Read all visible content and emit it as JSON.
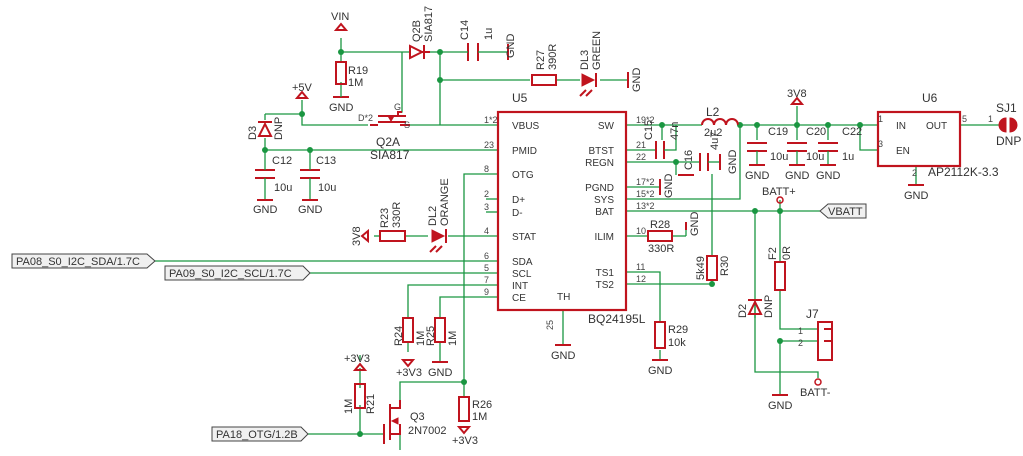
{
  "labels": {
    "vin": "VIN",
    "q2b_ref": "Q2B",
    "q2b_val": "SIA817",
    "c14_ref": "C14",
    "c14_val": "1u",
    "r19_ref": "R19",
    "r19_val": "1M",
    "r27_ref": "R27",
    "r27_val": "390R",
    "dl3_ref": "DL3",
    "dl3_val": "GREEN",
    "p5v": "+5V",
    "d3_ref": "D3",
    "d3_val": "DNP",
    "q2a_ref": "Q2A",
    "q2a_val": "SIA817",
    "c12_ref": "C12",
    "c12_val": "10u",
    "c13_ref": "C13",
    "c13_val": "10u",
    "u5_ref": "U5",
    "u5_val": "BQ24195L",
    "c15_ref": "C15",
    "c15_val": "47n",
    "c16_ref": "C16",
    "c16_val": "4u7",
    "l2_ref": "L2",
    "l2_val": "2u2",
    "p3v8_top": "3V8",
    "c19_ref": "C19",
    "c19_val": "10u",
    "c20_ref": "C20",
    "c20_val": "10u",
    "c22_ref": "C22",
    "c22_val": "1u",
    "u6_ref": "U6",
    "u6_val": "AP2112K-3.3",
    "sj1_ref": "SJ1",
    "sj1_val": "DNP",
    "batt_plus": "BATT+",
    "vbatt": "VBATT",
    "p3v8_left": "3V8",
    "r23_ref": "R23",
    "r23_val": "330R",
    "dl2_ref": "DL2",
    "dl2_val": "ORANGE",
    "r28_ref": "R28",
    "r28_val": "330R",
    "r30_ref": "R30",
    "r30_val": "5k49",
    "f2_ref": "F2",
    "f2_val": "0R",
    "d2_ref": "D2",
    "d2_val": "DNP",
    "j7_ref": "J7",
    "batt_minus": "BATT-",
    "r24_ref": "R24",
    "r24_val": "1M",
    "r25_ref": "R25",
    "r25_val": "1M",
    "r29_ref": "R29",
    "r29_val": "10k",
    "p3v3_a": "+3V3",
    "p3v3_b": "+3V3",
    "p3v3_c": "+3V3",
    "r21_ref": "R21",
    "r21_val": "1M",
    "q3_ref": "Q3",
    "q3_val": "2N7002",
    "r26_ref": "R26",
    "r26_val": "1M",
    "gnd": "GND",
    "q2a_pin_d": "D*2",
    "q2a_pin_g": "G",
    "q2a_pin_s": "S",
    "u6_in": "IN",
    "u6_out": "OUT",
    "u6_en": "EN",
    "u6_pin1": "1",
    "u6_pin3": "3",
    "u6_pin5": "5",
    "u6_pin2": "2",
    "sj1_pin1": "1",
    "j7_pin1": "1",
    "j7_pin2": "2",
    "u5_th": "TH",
    "u5_pin25": "25"
  },
  "u5_pins_left": [
    {
      "name": "VBUS",
      "num": "1*2"
    },
    {
      "name": "PMID",
      "num": "23"
    },
    {
      "name": "OTG",
      "num": "8"
    },
    {
      "name": "D+",
      "num": "2"
    },
    {
      "name": "D-",
      "num": "3"
    },
    {
      "name": "STAT",
      "num": "4"
    },
    {
      "name": "SDA",
      "num": "6"
    },
    {
      "name": "SCL",
      "num": "5"
    },
    {
      "name": "INT",
      "num": "7"
    },
    {
      "name": "CE",
      "num": "9"
    }
  ],
  "u5_pins_right": [
    {
      "name": "SW",
      "num": "19*2"
    },
    {
      "name": "BTST",
      "num": "21"
    },
    {
      "name": "REGN",
      "num": "22"
    },
    {
      "name": "PGND",
      "num": "17*2"
    },
    {
      "name": "SYS",
      "num": "15*2"
    },
    {
      "name": "BAT",
      "num": "13*2"
    },
    {
      "name": "ILIM",
      "num": "10"
    },
    {
      "name": "TS1",
      "num": "11"
    },
    {
      "name": "TS2",
      "num": "12"
    }
  ],
  "nets": {
    "sda": "PA08_S0_I2C_SDA/1.7C",
    "scl": "PA09_S0_I2C_SCL/1.7C",
    "otg": "PA18_OTG/1.2B"
  },
  "colors": {
    "wire": "#1a9641",
    "component": "#c0141e",
    "text": "#333333"
  }
}
